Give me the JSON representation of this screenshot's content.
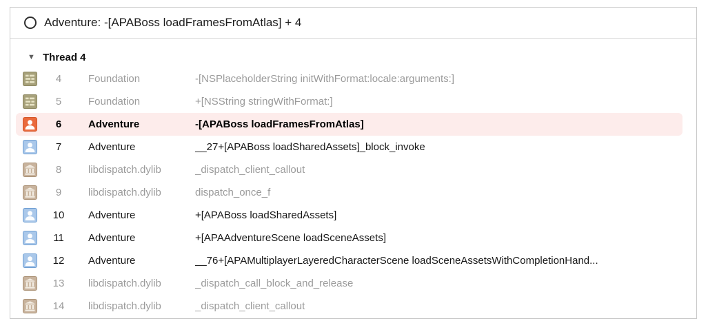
{
  "window": {
    "title": "Adventure: -[APABoss loadFramesFromAtlas] + 4"
  },
  "thread": {
    "disclosure": "▼",
    "label": "Thread 4"
  },
  "frames": [
    {
      "number": "4",
      "library": "Foundation",
      "function": "-[NSPlaceholderString initWithFormat:locale:arguments:]",
      "icon": "foundation-framework-icon",
      "state": "inactive"
    },
    {
      "number": "5",
      "library": "Foundation",
      "function": "+[NSString stringWithFormat:]",
      "icon": "foundation-framework-icon",
      "state": "inactive"
    },
    {
      "number": "6",
      "library": "Adventure",
      "function": "-[APABoss loadFramesFromAtlas]",
      "icon": "user-code-icon",
      "state": "selected"
    },
    {
      "number": "7",
      "library": "Adventure",
      "function": "__27+[APABoss loadSharedAssets]_block_invoke",
      "icon": "user-code-icon",
      "state": "active"
    },
    {
      "number": "8",
      "library": "libdispatch.dylib",
      "function": "_dispatch_client_callout",
      "icon": "system-library-icon",
      "state": "inactive"
    },
    {
      "number": "9",
      "library": "libdispatch.dylib",
      "function": "dispatch_once_f",
      "icon": "system-library-icon",
      "state": "inactive"
    },
    {
      "number": "10",
      "library": "Adventure",
      "function": "+[APABoss loadSharedAssets]",
      "icon": "user-code-icon",
      "state": "active"
    },
    {
      "number": "11",
      "library": "Adventure",
      "function": "+[APAAdventureScene loadSceneAssets]",
      "icon": "user-code-icon",
      "state": "active"
    },
    {
      "number": "12",
      "library": "Adventure",
      "function": "__76+[APAMultiplayerLayeredCharacterScene loadSceneAssetsWithCompletionHand...",
      "icon": "user-code-icon",
      "state": "active"
    },
    {
      "number": "13",
      "library": "libdispatch.dylib",
      "function": "_dispatch_call_block_and_release",
      "icon": "system-library-icon",
      "state": "inactive"
    },
    {
      "number": "14",
      "library": "libdispatch.dylib",
      "function": "_dispatch_client_callout",
      "icon": "system-library-icon",
      "state": "inactive"
    }
  ],
  "colors": {
    "selected_row_bg": "#fdeceb",
    "inactive_text": "#9b9b9b",
    "active_text": "#161616",
    "user_icon_orange": "#ea6a3d",
    "user_icon_blue": "#aac8ea",
    "system_icon_tan": "#c8b39d",
    "foundation_icon_olive": "#a7a17b"
  }
}
